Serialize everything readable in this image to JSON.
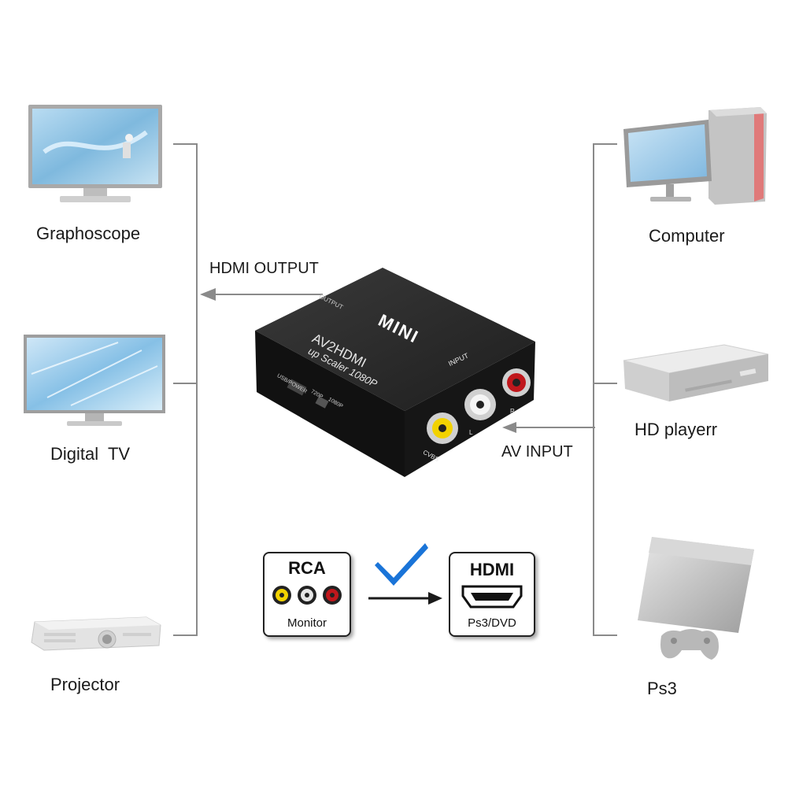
{
  "output_devices": [
    {
      "label": "Graphoscope",
      "icon": "tv-monitor-icon"
    },
    {
      "label": "Digital  TV",
      "icon": "flat-tv-icon"
    },
    {
      "label": "Projector",
      "icon": "projector-icon"
    }
  ],
  "input_devices": [
    {
      "label": "Computer",
      "icon": "desktop-computer-icon"
    },
    {
      "label": "HD playerr",
      "icon": "dvd-player-icon"
    },
    {
      "label": "Ps3",
      "icon": "game-console-icon"
    }
  ],
  "arrows": {
    "output_label": "HDMI OUTPUT",
    "input_label": "AV INPUT"
  },
  "device": {
    "brand": "MINI",
    "model": "AV2HDMI",
    "subtitle": "up Scaler 1080P",
    "output_port_label": "OUTPUT",
    "input_port_label": "INPUT",
    "power_label": "USB/POWER",
    "switch_720": "720P",
    "switch_1080": "1080P",
    "port_cvbs": "CVBS",
    "port_l": "L",
    "port_r": "R"
  },
  "conversion": {
    "from_title": "RCA",
    "from_sub": "Monitor",
    "to_title": "HDMI",
    "to_sub": "Ps3/DVD",
    "colors": {
      "yellow": "#f2d200",
      "white": "#e6e6e6",
      "red": "#c0171c",
      "check": "#1a74d8"
    }
  }
}
